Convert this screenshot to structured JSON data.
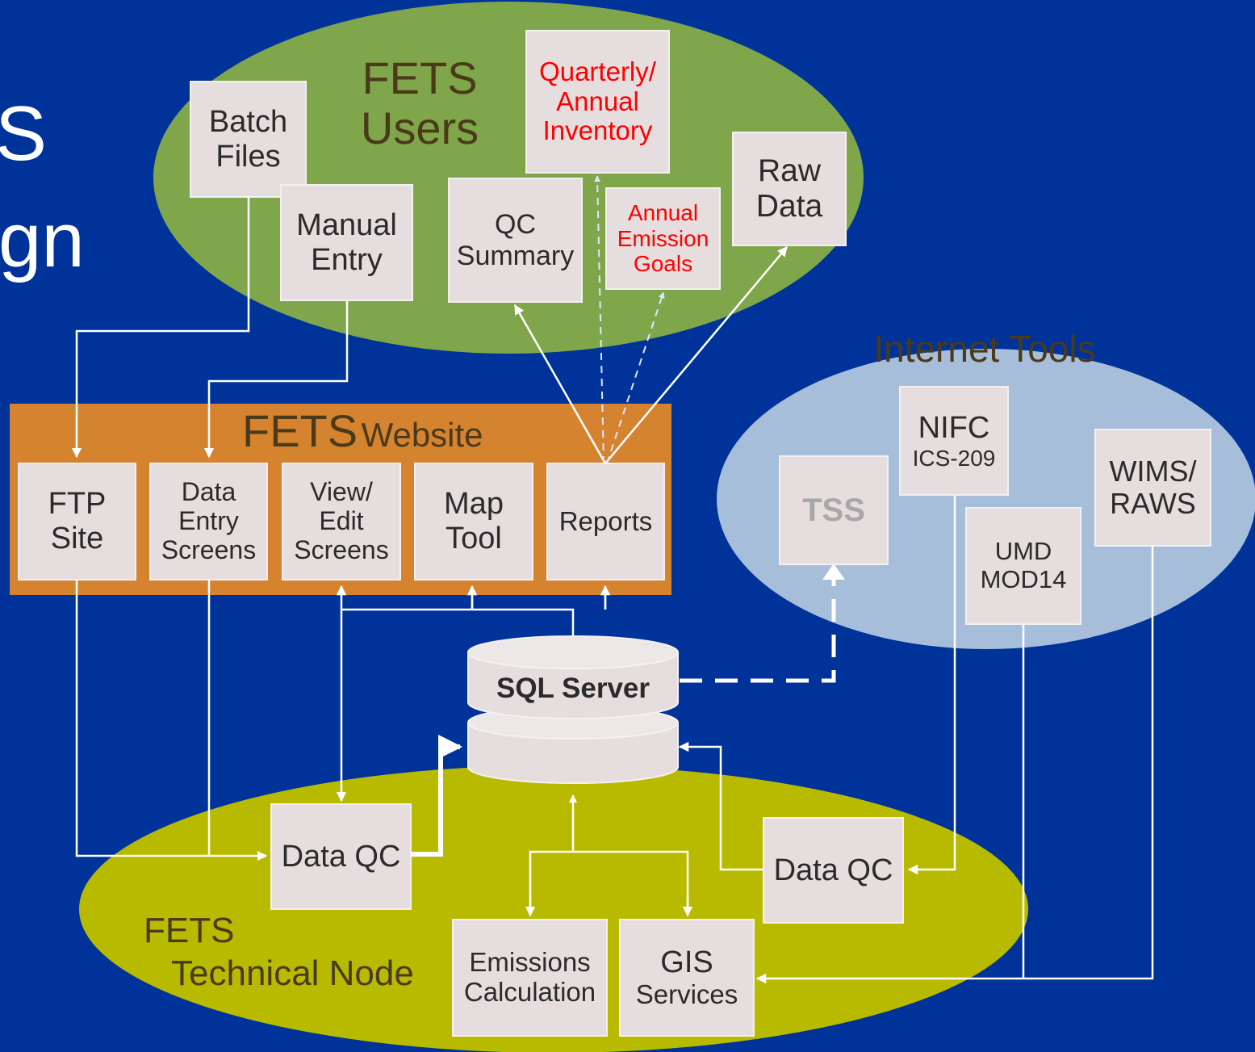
{
  "title_fragments": [
    "S",
    "gn"
  ],
  "colors": {
    "background": "#003399",
    "users_ellipse": "#7fa64b",
    "tools_ellipse": "#a7bedb",
    "node_ellipse": "#b8ba00",
    "website_band": "#d6832f",
    "box_fill": "#e6dede",
    "connector": "#ffffff",
    "red_text": "#ff0000",
    "dark_text": "#4a3a1a"
  },
  "groups": {
    "users": {
      "line1": "FETS",
      "line2": "Users"
    },
    "website": {
      "big": "FETS",
      "small": "Website"
    },
    "internet_tools": {
      "label": "Internet Tools"
    },
    "technical_node": {
      "line1": "FETS",
      "line2": "Technical Node"
    }
  },
  "boxes": {
    "batch_files": [
      "Batch",
      "Files"
    ],
    "manual_entry": [
      "Manual",
      "Entry"
    ],
    "qc_summary": [
      "QC",
      "Summary"
    ],
    "quarterly_inventory": [
      "Quarterly/",
      "Annual",
      "Inventory"
    ],
    "annual_emission_goals": [
      "Annual",
      "Emission",
      "Goals"
    ],
    "raw_data": [
      "Raw",
      "Data"
    ],
    "ftp_site": [
      "FTP",
      "Site"
    ],
    "data_entry_screens": [
      "Data",
      "Entry",
      "Screens"
    ],
    "view_edit_screens": [
      "View/",
      "Edit",
      "Screens"
    ],
    "map_tool": [
      "Map",
      "Tool"
    ],
    "reports": [
      "Reports"
    ],
    "tss": [
      "TSS"
    ],
    "nifc": [
      "NIFC",
      "ICS-209"
    ],
    "umd": [
      "UMD",
      "MOD14"
    ],
    "wims": [
      "WIMS/",
      "RAWS"
    ],
    "sql_server": [
      "SQL Server"
    ],
    "data_qc_left": [
      "Data QC"
    ],
    "data_qc_right": [
      "Data QC"
    ],
    "emissions_calculation": [
      "Emissions",
      "Calculation"
    ],
    "gis_services": [
      "GIS",
      "Services"
    ]
  }
}
